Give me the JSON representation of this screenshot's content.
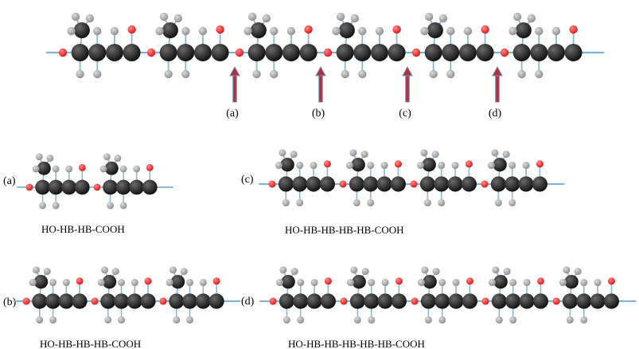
{
  "colors": {
    "background": "#ffffff",
    "backbone": "#7eb2d6",
    "bond": "#8bbbd9",
    "carbon": "#111111",
    "oxygen": "#e01818",
    "hydrogen": "#8f8f8f",
    "arrow_fill": "#b03040",
    "arrow_edge": "#6d8fb8"
  },
  "main_chain": {
    "units": 6,
    "arrows": [
      {
        "label": "(a)"
      },
      {
        "label": "(b)"
      },
      {
        "label": "(c)"
      },
      {
        "label": "(d)"
      }
    ]
  },
  "fragments": [
    {
      "tag": "(a)",
      "formula": "HO-HB-HB-COOH",
      "units": 2
    },
    {
      "tag": "(c)",
      "formula": "HO-HB-HB-HB-HB-COOH",
      "units": 4
    },
    {
      "tag": "(b)",
      "formula": "HO-HB-HB-HB-COOH",
      "units": 3
    },
    {
      "tag": "(d)",
      "formula": "HO-HB-HB-HB-HB-HB-COOH",
      "units": 5
    }
  ]
}
